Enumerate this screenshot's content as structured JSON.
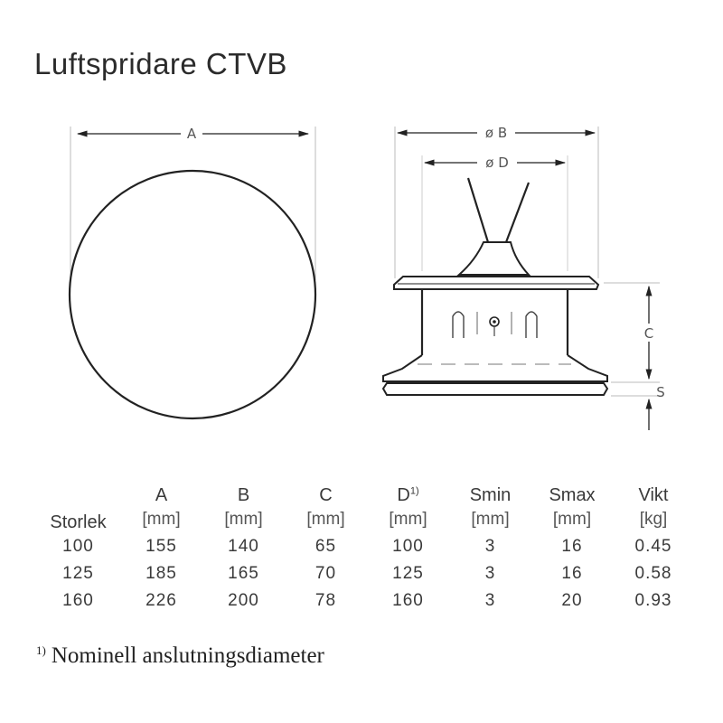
{
  "title": "Luftspridare CTVB",
  "drawing": {
    "front_dim_label": "A",
    "side_dim_b_label": "ø B",
    "side_dim_d_label": "ø D",
    "side_dim_c_label": "C",
    "side_dim_s_label": "S"
  },
  "table": {
    "size_header": "Storlek",
    "columns": [
      {
        "name": "A",
        "unit": "[mm]",
        "sup": ""
      },
      {
        "name": "B",
        "unit": "[mm]",
        "sup": ""
      },
      {
        "name": "C",
        "unit": "[mm]",
        "sup": ""
      },
      {
        "name": "D",
        "unit": "[mm]",
        "sup": "1)"
      },
      {
        "name": "Smin",
        "unit": "[mm]",
        "sup": ""
      },
      {
        "name": "Smax",
        "unit": "[mm]",
        "sup": ""
      },
      {
        "name": "Vikt",
        "unit": "[kg]",
        "sup": ""
      }
    ],
    "rows": [
      {
        "size": "100",
        "a": "155",
        "b": "140",
        "c": "65",
        "d": "100",
        "smin": "3",
        "smax": "16",
        "vikt": "0.45"
      },
      {
        "size": "125",
        "a": "185",
        "b": "165",
        "c": "70",
        "d": "125",
        "smin": "3",
        "smax": "16",
        "vikt": "0.58"
      },
      {
        "size": "160",
        "a": "226",
        "b": "200",
        "c": "78",
        "d": "160",
        "smin": "3",
        "smax": "20",
        "vikt": "0.93"
      }
    ]
  },
  "footnote": {
    "mark": "1)",
    "text": "Nominell anslutningsdiameter"
  }
}
